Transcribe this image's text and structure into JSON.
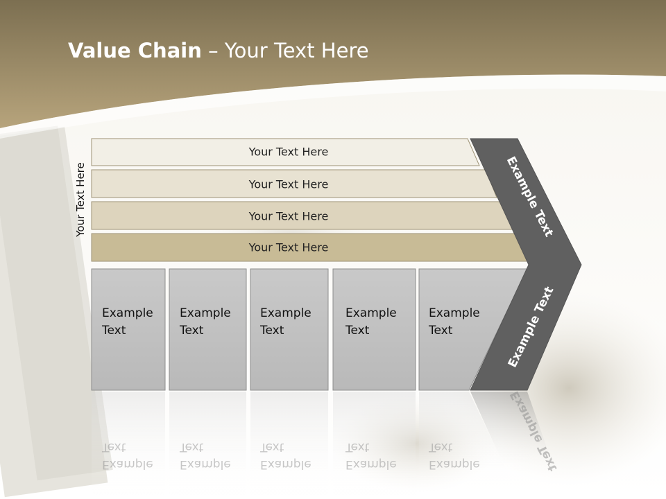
{
  "title": {
    "bold": "Value Chain",
    "rest": " – Your Text Here"
  },
  "side_label": "Your Text Here",
  "bars": [
    "Your Text Here",
    "Your Text Here",
    "Your Text Here",
    "Your Text Here"
  ],
  "boxes": [
    {
      "line1": "Example",
      "line2": "Text"
    },
    {
      "line1": "Example",
      "line2": "Text"
    },
    {
      "line1": "Example",
      "line2": "Text"
    },
    {
      "line1": "Example",
      "line2": "Text"
    },
    {
      "line1": "Example",
      "line2": "Text"
    }
  ],
  "chevron": {
    "upper": "Example Text",
    "lower": "Example Text"
  },
  "colors": {
    "header": "#8a7c5b",
    "bar1": "#f2efe6",
    "bar2": "#e8e2d2",
    "bar3": "#ddd4bd",
    "bar4": "#c8bb96",
    "box": "#c4c4c4",
    "chevron": "#606060"
  }
}
